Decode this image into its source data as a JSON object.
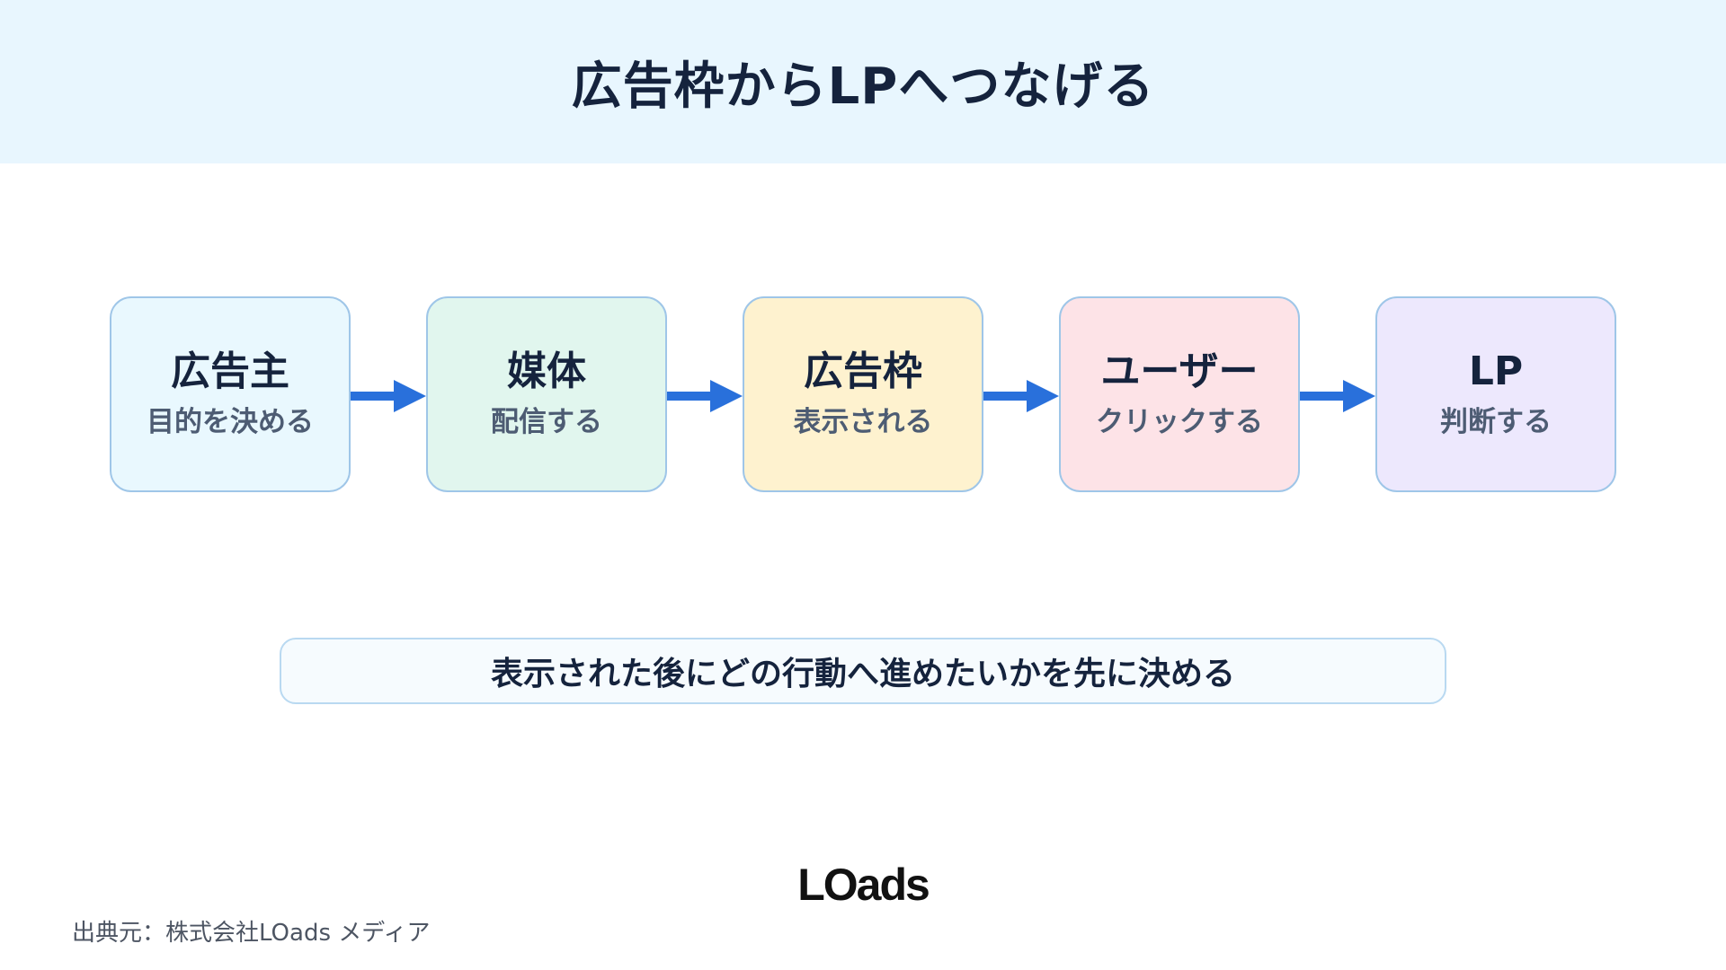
{
  "header": {
    "title": "広告枠からLPへつなげる"
  },
  "steps": [
    {
      "title": "広告主",
      "sub": "目的を決める",
      "bg": "#e9f8fe"
    },
    {
      "title": "媒体",
      "sub": "配信する",
      "bg": "#e1f6ee"
    },
    {
      "title": "広告枠",
      "sub": "表示される",
      "bg": "#fef2cf"
    },
    {
      "title": "ユーザー",
      "sub": "クリックする",
      "bg": "#fde3e7"
    },
    {
      "title": "LP",
      "sub": "判断する",
      "bg": "#ede8fd"
    }
  ],
  "note": "表示された後にどの行動へ進めたいかを先に決める",
  "logo": "LOads",
  "source": "出典元：株式会社LOads メディア",
  "colors": {
    "header_bg": "#e8f6fe",
    "arrow": "#2970db",
    "box_border": "#9fc6e8"
  }
}
